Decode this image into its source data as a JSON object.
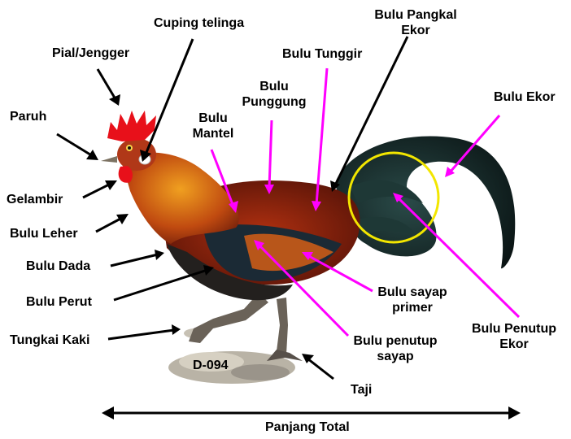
{
  "labels": {
    "cuping_telinga": "Cuping telinga",
    "pial_jengger": "Pial/Jengger",
    "paruh": "Paruh",
    "gelambir": "Gelambir",
    "bulu_leher": "Bulu Leher",
    "bulu_dada": "Bulu Dada",
    "bulu_perut": "Bulu Perut",
    "tungkai_kaki": "Tungkai Kaki",
    "bulu_mantel_1": "Bulu",
    "bulu_mantel_2": "Mantel",
    "bulu_punggung_1": "Bulu",
    "bulu_punggung_2": "Punggung",
    "bulu_tunggir": "Bulu Tunggir",
    "bulu_pangkal_ekor_1": "Bulu Pangkal",
    "bulu_pangkal_ekor_2": "Ekor",
    "bulu_ekor": "Bulu Ekor",
    "bulu_sayap_primer_1": "Bulu sayap",
    "bulu_sayap_primer_2": "primer",
    "bulu_penutup_sayap_1": "Bulu penutup",
    "bulu_penutup_sayap_2": "sayap",
    "bulu_penutup_ekor_1": "Bulu Penutup",
    "bulu_penutup_ekor_2": "Ekor",
    "taji": "Taji",
    "panjang_total": "Panjang Total",
    "specimen_code": "D-094"
  },
  "colors": {
    "black_arrow": "#000000",
    "magenta_arrow": "#ff00ff",
    "highlight_circle": "#f2e600",
    "comb": "#e8101a"
  }
}
